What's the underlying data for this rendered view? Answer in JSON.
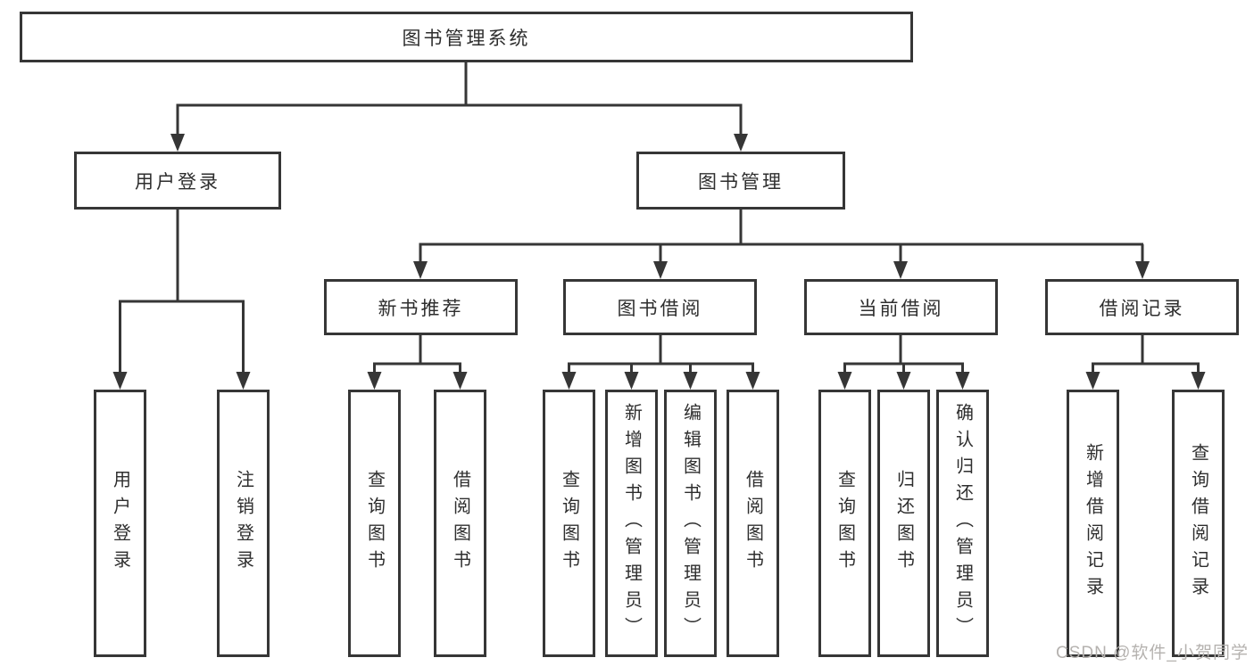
{
  "tree": {
    "root": {
      "label": "图书管理系统",
      "children": [
        {
          "label": "用户登录",
          "children": [
            {
              "label": "用户登录"
            },
            {
              "label": "注销登录"
            }
          ]
        },
        {
          "label": "图书管理",
          "children": [
            {
              "label": "新书推荐",
              "children": [
                {
                  "label": "查询图书"
                },
                {
                  "label": "借阅图书"
                }
              ]
            },
            {
              "label": "图书借阅",
              "children": [
                {
                  "label": "查询图书"
                },
                {
                  "label": "新增图书（管理员）"
                },
                {
                  "label": "编辑图书（管理员）"
                },
                {
                  "label": "借阅图书"
                }
              ]
            },
            {
              "label": "当前借阅",
              "children": [
                {
                  "label": "查询图书"
                },
                {
                  "label": "归还图书"
                },
                {
                  "label": "确认归还（管理员）"
                }
              ]
            },
            {
              "label": "借阅记录",
              "children": [
                {
                  "label": "新增借阅记录"
                },
                {
                  "label": "查询借阅记录"
                }
              ]
            }
          ]
        }
      ]
    },
    "colors": {
      "line": "#363636",
      "text": "#2e2e2e",
      "box_background": "#ffffff"
    }
  },
  "watermark": {
    "text": "CSDN @软件_小贺同学",
    "color": "#b5b2af"
  }
}
